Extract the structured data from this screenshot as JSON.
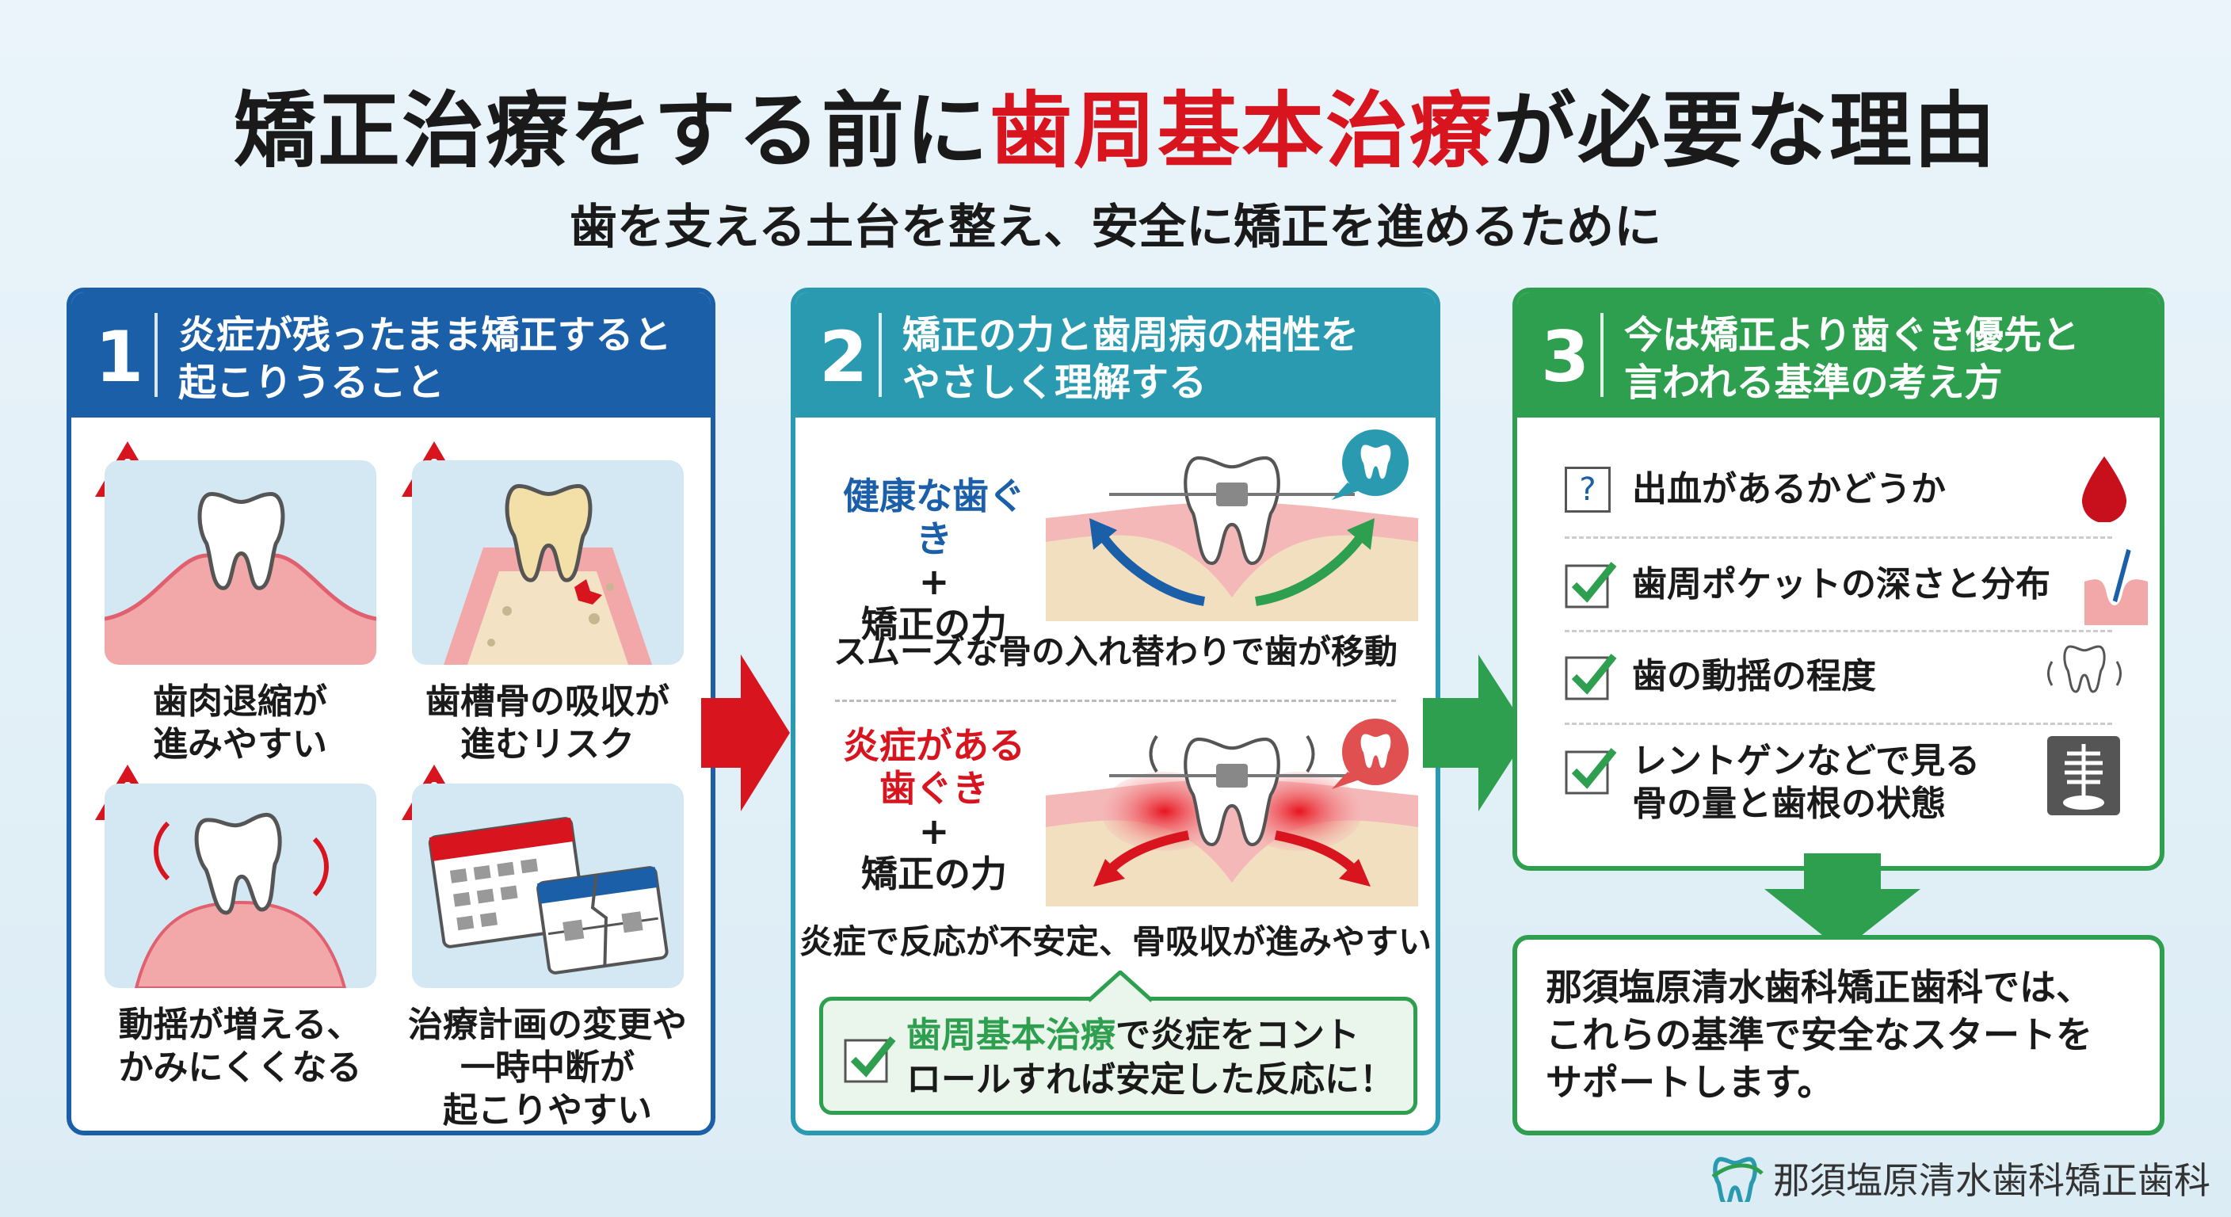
{
  "title": {
    "part1": "矯正治療をする前に",
    "highlight": "歯周基本治療",
    "part2": "が必要な理由"
  },
  "subtitle": "歯を支える土台を整え、安全に矯正を進めるために",
  "colors": {
    "blue": "#1a5fa8",
    "teal": "#2a9ab0",
    "green": "#2e9e4f",
    "red": "#d8141f",
    "background": "#e3f0f7"
  },
  "panel1": {
    "number": "1",
    "title_line1": "炎症が残ったまま矯正すると",
    "title_line2": "起こりうること",
    "items": [
      {
        "icon": "gum-recession-icon",
        "line1": "歯肉退縮が",
        "line2": "進みやすい"
      },
      {
        "icon": "bone-resorption-icon",
        "line1": "歯槽骨の吸収が",
        "line2": "進むリスク"
      },
      {
        "icon": "tooth-mobility-icon",
        "line1": "動揺が増える、",
        "line2": "かみにくくなる"
      },
      {
        "icon": "broken-calendar-icon",
        "line1": "治療計画の変更や",
        "line2": "一時中断が",
        "line3": "起こりやすい"
      }
    ]
  },
  "panel2": {
    "number": "2",
    "title_line1": "矯正の力と歯周病の相性を",
    "title_line2": "やさしく理解する",
    "healthy": {
      "label1": "健康な歯ぐき",
      "plus": "+",
      "label2": "矯正の力",
      "caption": "スムーズな骨の入れ替わりで歯が移動"
    },
    "inflamed": {
      "label1": "炎症がある",
      "label1b": "歯ぐき",
      "plus": "+",
      "label2": "矯正の力",
      "caption": "炎症で反応が不安定、骨吸収が進みやすい"
    },
    "callout": {
      "highlight": "歯周基本治療",
      "line1_rest": "で炎症をコント",
      "line2": "ロールすれば安定した反応に！"
    }
  },
  "panel3": {
    "number": "3",
    "title_line1": "今は矯正より歯ぐき優先と",
    "title_line2": "言われる基準の考え方",
    "criteria": [
      {
        "mark": "?",
        "text": "出血があるかどうか",
        "icon": "blood-drop-icon"
      },
      {
        "mark": "check",
        "text": "歯周ポケットの深さと分布",
        "icon": "periodontal-probe-icon"
      },
      {
        "mark": "check",
        "text": "歯の動揺の程度",
        "icon": "shaking-tooth-icon"
      },
      {
        "mark": "check",
        "text": "レントゲンなどで見る",
        "text2": "骨の量と歯根の状態",
        "icon": "xray-icon"
      }
    ]
  },
  "conclusion": {
    "line1": "那須塩原清水歯科矯正歯科では、",
    "line2": "これらの基準で安全なスタートを",
    "line3": "サポートします。"
  },
  "footer": {
    "clinic_name": "那須塩原清水歯科矯正歯科"
  }
}
